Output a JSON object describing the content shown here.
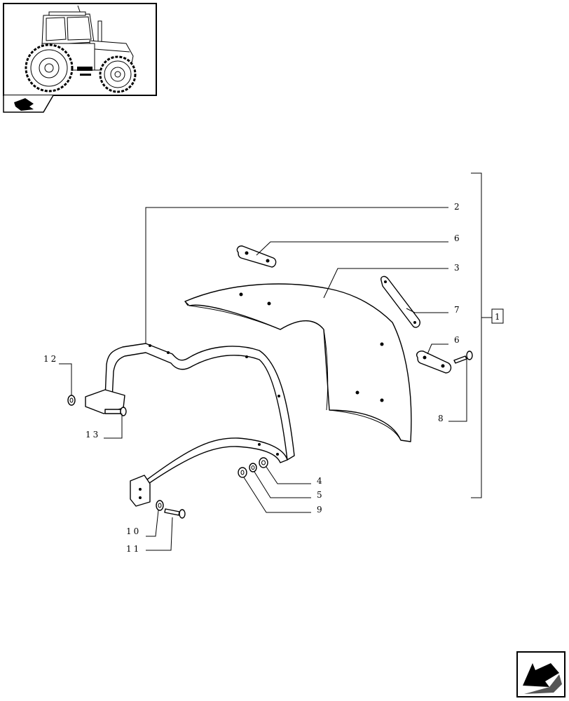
{
  "thumbnail": {
    "icon": "tractor-icon",
    "nav_icon": "section-arrow-icon"
  },
  "callouts": {
    "c1": "1",
    "c2": "2",
    "c3": "3",
    "c4": "4",
    "c5": "5",
    "c6a": "6",
    "c6b": "6",
    "c7": "7",
    "c8": "8",
    "c9": "9",
    "c10": "10",
    "c11": "11",
    "c12": "12",
    "c13": "13"
  },
  "nav": {
    "next_icon": "next-page-arrow-icon"
  }
}
